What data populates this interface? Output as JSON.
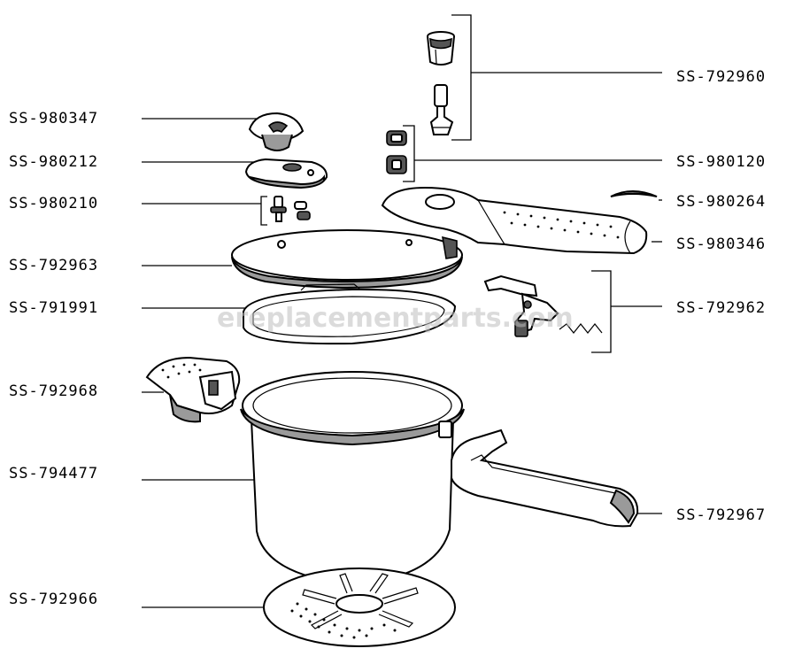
{
  "watermark": "ereplacementparts.com",
  "labels": {
    "left": [
      "SS-980347",
      "SS-980212",
      "SS-980210",
      "SS-792963",
      "SS-791991",
      "SS-792968",
      "SS-794477",
      "SS-792966"
    ],
    "right": [
      "SS-792960",
      "SS-980120",
      "SS-980264",
      "SS-980346",
      "SS-792962",
      "SS-792967"
    ]
  }
}
